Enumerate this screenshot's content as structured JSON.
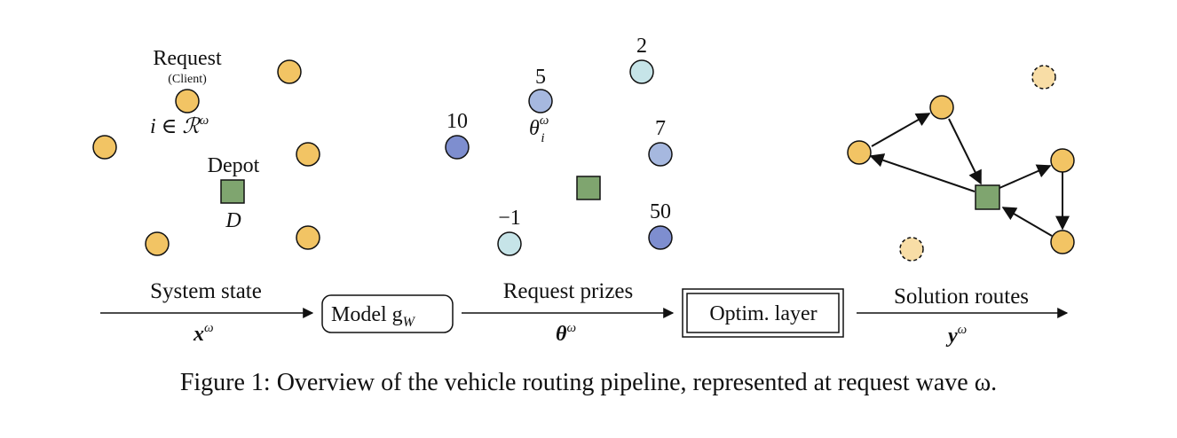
{
  "colors": {
    "request": "#F2C464",
    "request_faded": "#F8DDA6",
    "depot": "#7FA56F",
    "prize_light": "#C6E4E8",
    "prize_mid": "#A6B8DF",
    "prize_dark": "#7E8ECF",
    "stroke": "#111111"
  },
  "state_panel": {
    "request_label": "Request",
    "client_label": "(Client)",
    "request_index_label": "i ∈ ℛ",
    "request_index_sup": "ω",
    "depot_label": "Depot",
    "depot_symbol": "D"
  },
  "prize_panel": {
    "prizes": [
      "2",
      "5",
      "10",
      "7",
      "−1",
      "50"
    ],
    "theta_label": "θ",
    "theta_sub": "i",
    "theta_sup": "ω"
  },
  "pipeline": {
    "input_label": "System state",
    "input_symbol": "x",
    "input_sup": "ω",
    "model_label": "Model g",
    "model_sub": "W",
    "prizes_label": "Request prizes",
    "prizes_symbol": "θ",
    "prizes_sup": "ω",
    "layer_label": "Optim. layer",
    "output_label": "Solution routes",
    "output_symbol": "y",
    "output_sup": "ω"
  },
  "caption": "Figure 1: Overview of the vehicle routing pipeline, represented at request wave ω."
}
